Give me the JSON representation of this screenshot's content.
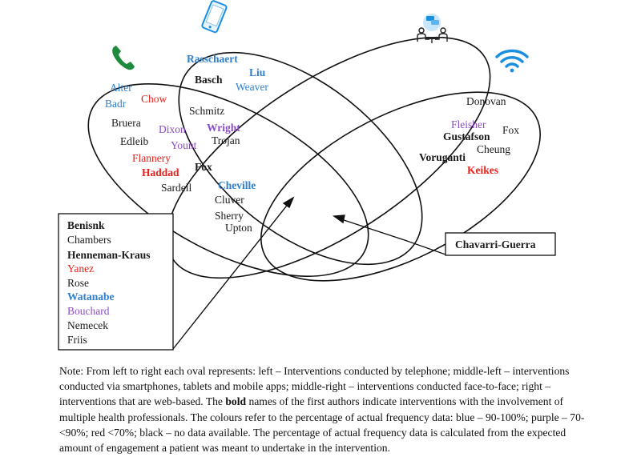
{
  "icons": {
    "telephone": "telephone-icon",
    "smartphone": "smartphone-icon",
    "face_to_face": "face-to-face-icon",
    "wifi": "wifi-icon"
  },
  "colors": {
    "blue": "#2e7fd0",
    "purple": "#8a4cc7",
    "red": "#e8211c",
    "black": "#1a1a1a",
    "phone_green": "#1e8a3c",
    "icon_blue": "#1a8fe0"
  },
  "names": {
    "alter": "Alter",
    "badr": "Badr",
    "chow": "Chow",
    "bruera": "Bruera",
    "edleib": "Edleib",
    "dixon": "Dixon",
    "yount": "Yount",
    "flannery": "Flannery",
    "haddad": "Haddad",
    "fox_left": "Fox",
    "sardell": "Sardell",
    "rasschaert": "Rasschaert",
    "liu": "Liu",
    "basch": "Basch",
    "weaver": "Weaver",
    "schmitz": "Schmitz",
    "wright": "Wright",
    "trojan": "Trojan",
    "cheville": "Cheville",
    "cluver": "Cluver",
    "sherry": "Sherry",
    "upton": "Upton",
    "donovan": "Donovan",
    "fleisher": "Fleisher",
    "fox_right": "Fox",
    "gustafson": "Gustafson",
    "cheung": "Cheung",
    "voruganti": "Voruganti",
    "keikes": "Keikes"
  },
  "left_box": [
    "Benisnk",
    "Chambers",
    "Henneman-Kraus",
    "Yanez",
    "Rose",
    "Watanabe",
    "Bouchard",
    "Nemecek",
    "Friis"
  ],
  "right_box": "Chavarri-Guerra",
  "note": {
    "part1": "Note: From left to right each oval represents: left – Interventions conducted by telephone; middle-left – interventions conducted via smartphones, tablets and mobile apps; middle-right – interventions conducted face-to-face; right – interventions that are web-based. The ",
    "bold_word": "bold",
    "part2": " names of the first authors indicate interventions with the involvement of multiple health professionals. The colours refer to the percentage of actual frequency data: blue – 90-100%; purple – 70-<90%; red <70%; black – no data available. The percentage of actual frequency data is calculated from the expected amount of engagement a patient was meant to undertake in the intervention."
  }
}
